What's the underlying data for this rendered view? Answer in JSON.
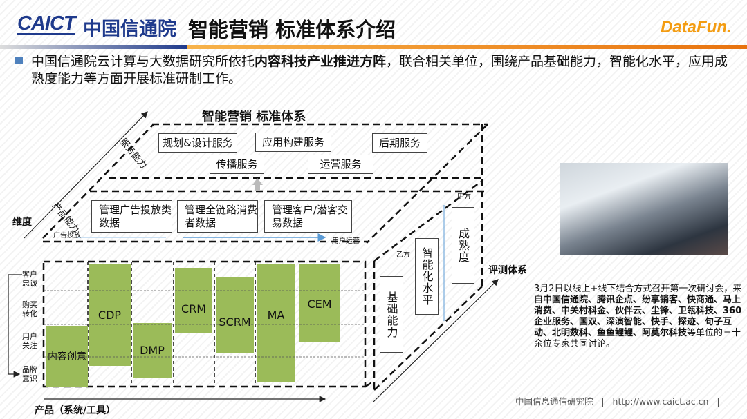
{
  "header": {
    "logo": "CAICT",
    "org": "中国信通院",
    "title": "智能营销 标准体系介绍",
    "brand": "DataFun."
  },
  "intro": {
    "pre": "中国信通院云计算与大数据研究所依托",
    "bold": "内容科技产业推进方阵",
    "post": "，联合相关单位，围绕产品基础能力，智能化水平，应用成熟度能力等方面开展标准研制工作。"
  },
  "diagram": {
    "title": "智能营销 标准体系",
    "dimension_label": "维度",
    "service_axis": "服务能力",
    "product_axis": "产品能力",
    "services": [
      "规划&设计服务",
      "应用构建服务",
      "后期服务",
      "传播服务",
      "运营服务"
    ],
    "data": [
      "管理广告投放类数据",
      "管理全链路消费者数据",
      "管理客户/潜客交易数据"
    ],
    "flow_start": "广告投放",
    "flow_end": "用户运营",
    "stages": [
      "客户忠诚",
      "购买转化",
      "用户关注",
      "品牌意识"
    ],
    "products": [
      "内容创意",
      "CDP",
      "DMP",
      "CRM",
      "SCRM",
      "MA",
      "CEM"
    ],
    "product_axis_label": "产品（系统/工具）",
    "eval": [
      "基础能力",
      "智能化水平",
      "成熟度"
    ],
    "party_b": "乙方",
    "party_a": "甲方",
    "eval_label": "评测体系",
    "bar_color": "#9bbb59"
  },
  "caption": [
    {
      "t": "3月2日以线上+线下结合方式召开第一次研讨会，来自",
      "b": false
    },
    {
      "t": "中国信通院、腾讯企点、纷享销客、快商通、马上消费、中关村科金、伙伴云、尘锋、卫瓴科技、360企业服务、国双、深演智能、快手、探迹、句子互动、北明数科、鱼鱼鲤鲤、阿莫尔科技",
      "b": true
    },
    {
      "t": "等单位的三十余位专家共同讨论。",
      "b": false
    }
  ],
  "footer": "中国信息通信研究院   |   http://www.caict.ac.cn   |"
}
